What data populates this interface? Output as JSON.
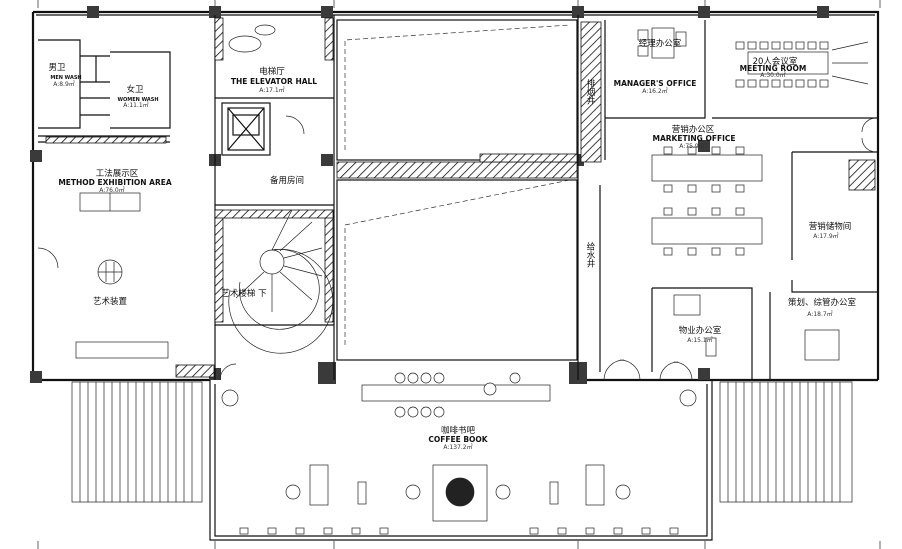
{
  "rooms": {
    "mens_toilet": {
      "cn": "男卫",
      "en": "MEN WASH",
      "area": "A:8.9㎡"
    },
    "womens_toilet": {
      "cn": "女卫",
      "en": "WOMEN WASH",
      "area": "A:11.1㎡"
    },
    "elevator_hall": {
      "cn": "电梯厅",
      "en": "THE ELEVATOR HALL",
      "area": "A:17.1㎡"
    },
    "spare_room": {
      "cn": "备用房间"
    },
    "method_exhibition": {
      "cn": "工法展示区",
      "en": "METHOD EXHIBITION AREA",
      "area": "A:76.0㎡"
    },
    "art_installation": {
      "cn": "艺术装置"
    },
    "art_stair": {
      "cn": "艺术楼梯 下"
    },
    "managers_office": {
      "cn": "经理办公室",
      "en": "MANAGER'S OFFICE",
      "area": "A:16.2㎡"
    },
    "meeting_room": {
      "cn": "20人会议室",
      "en": "MEETING ROOM",
      "area": "A:30.0㎡"
    },
    "marketing_office": {
      "cn": "营销办公区",
      "en": "MARKETING OFFICE",
      "area": "A:75.9㎡"
    },
    "marketing_storage": {
      "cn": "营销储物间",
      "area": "A:17.9㎡"
    },
    "property_office": {
      "cn": "物业办公室",
      "area": "A:15.1㎡"
    },
    "planning_office": {
      "cn": "策划、综管办公室",
      "area": "A:18.7㎡"
    },
    "coffee_book": {
      "cn": "咖啡书吧",
      "en": "COFFEE BOOK",
      "area": "A:137.2㎡"
    },
    "exhaust_shaft": {
      "cn": "排烟井"
    },
    "water_well": {
      "cn": "给水井"
    }
  }
}
